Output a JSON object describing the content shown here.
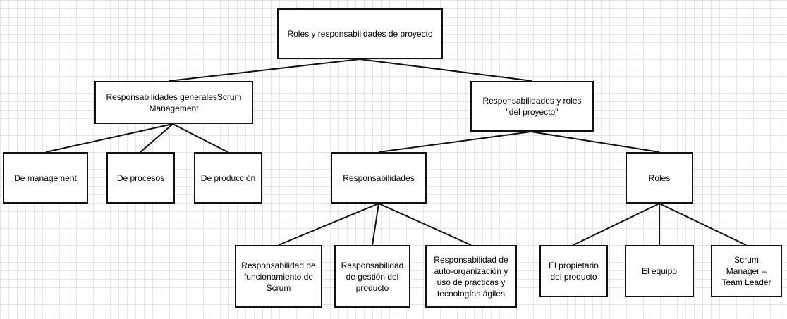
{
  "diagram": {
    "colors": {
      "line": "#111111",
      "box_border": "#111111",
      "box_fill": "#ffffff",
      "grid": "#e6e6e6"
    },
    "nodes": {
      "root": "Roles y responsabilidades de proyecto",
      "general": "Responsabilidades generalesScrum\nManagement",
      "proyecto": "Responsabilidades y roles\n\"del proyecto\"",
      "management": "De management",
      "procesos": "De procesos",
      "produccion": "De producción",
      "responsabilidades": "Responsabilidades",
      "roles": "Roles",
      "funcionamiento": "Responsabilidad de\nfuncionamiento de\nScrum",
      "gestion": "Responsabilidad\nde gestión del\nproducto",
      "autoorg": "Responsabilidad de\nauto-organización y\nuso de prácticas y\ntecnologías ágiles",
      "propietario": "El propietario\ndel producto",
      "equipo": "El equipo",
      "scrum_manager": "Scrum\nManager –\nTeam Leader"
    }
  }
}
